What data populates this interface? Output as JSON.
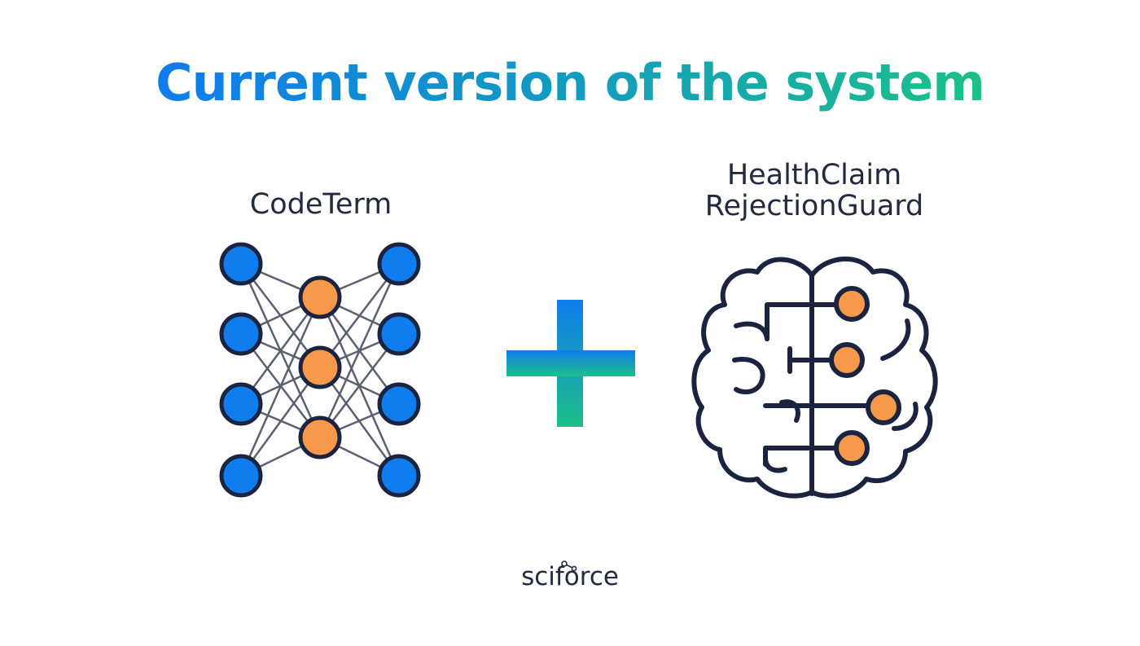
{
  "title": "Current version of the system",
  "left_component": {
    "label": "CodeTerm",
    "icon": "neural-network-icon"
  },
  "operator": {
    "icon": "plus-icon"
  },
  "right_component": {
    "label_line1": "HealthClaim",
    "label_line2": "RejectionGuard",
    "icon": "brain-circuit-icon"
  },
  "brand": {
    "name": "sciforce"
  },
  "colors": {
    "title_gradient": [
      "#0f7ded",
      "#1cbf8a"
    ],
    "node_blue": "#0f7ded",
    "node_orange": "#f7994a",
    "outline": "#1a2340",
    "edge": "#5a6070"
  }
}
